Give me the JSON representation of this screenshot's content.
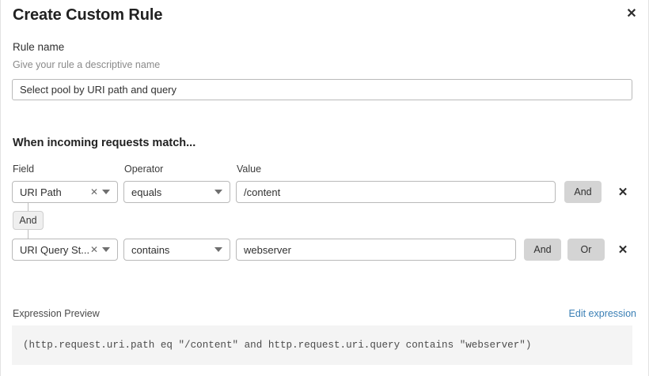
{
  "modal": {
    "title": "Create Custom Rule",
    "close_icon": "close-icon"
  },
  "rule_name": {
    "label": "Rule name",
    "help": "Give your rule a descriptive name",
    "value": "Select pool by URI path and query",
    "placeholder": ""
  },
  "match_section": {
    "heading": "When incoming requests match...",
    "columns": {
      "field": "Field",
      "operator": "Operator",
      "value": "Value"
    },
    "connector": {
      "label": "And"
    },
    "rows": [
      {
        "field": "URI Path",
        "operator": "equals",
        "value": "/content",
        "clear_icon": "close-small-icon",
        "caret_icon": "chevron-down-icon",
        "and_label": "And",
        "delete_icon": "close-icon"
      },
      {
        "field": "URI Query St...",
        "operator": "contains",
        "value": "webserver",
        "clear_icon": "close-small-icon",
        "caret_icon": "chevron-down-icon",
        "and_label": "And",
        "or_label": "Or",
        "delete_icon": "close-icon"
      }
    ]
  },
  "expression": {
    "label": "Expression Preview",
    "edit_link": "Edit expression",
    "code": "(http.request.uri.path eq \"/content\" and http.request.uri.query contains \"webserver\")"
  },
  "colors": {
    "link": "#3a7fb5",
    "button_gray": "#d4d4d4",
    "code_bg": "#f4f4f4",
    "border": "#b9b9b9"
  }
}
